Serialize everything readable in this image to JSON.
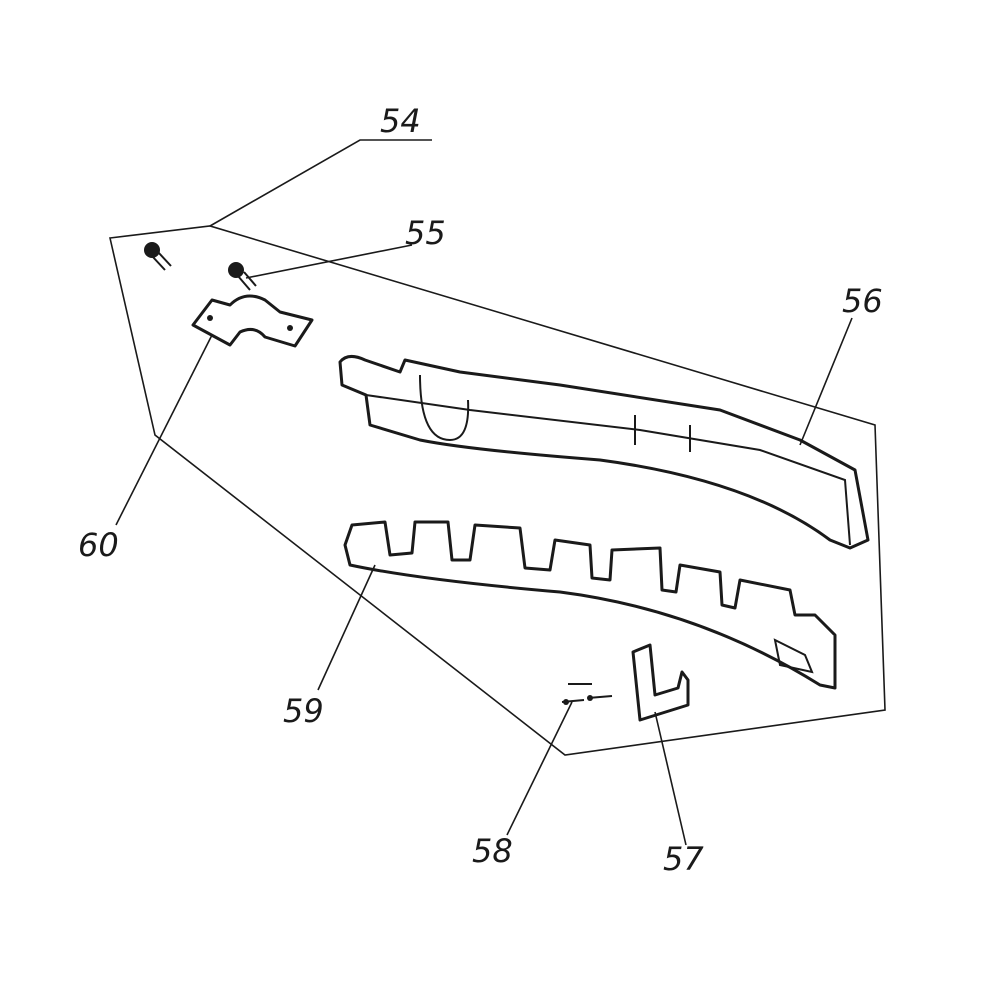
{
  "diagram": {
    "callouts": [
      {
        "id": "54",
        "label": "54"
      },
      {
        "id": "55",
        "label": "55"
      },
      {
        "id": "56",
        "label": "56"
      },
      {
        "id": "57",
        "label": "57"
      },
      {
        "id": "58",
        "label": "58"
      },
      {
        "id": "59",
        "label": "59"
      },
      {
        "id": "60",
        "label": "60"
      }
    ]
  }
}
